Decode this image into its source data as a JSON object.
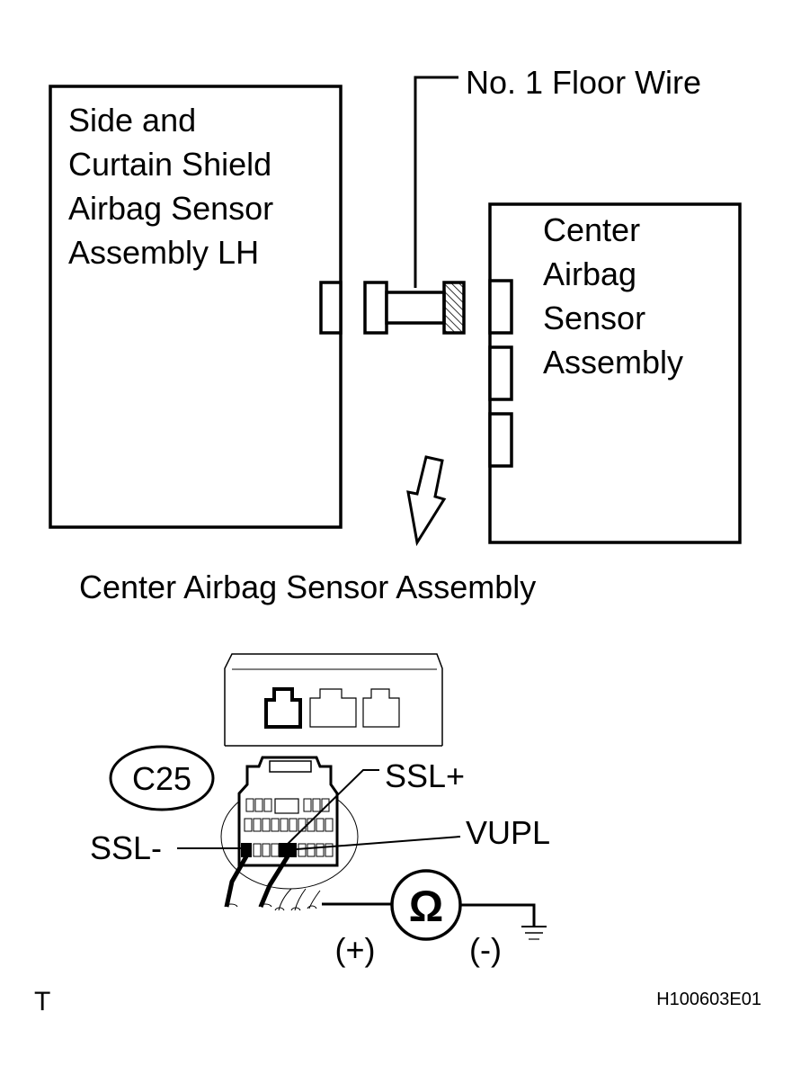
{
  "diagram": {
    "wire_label": "No. 1 Floor Wire",
    "left_unit_lines": [
      "Side and",
      "Curtain Shield",
      "Airbag Sensor",
      "Assembly LH"
    ],
    "right_unit_lines": [
      "Center",
      "Airbag",
      "Sensor",
      "Assembly"
    ],
    "detail_title": "Center Airbag Sensor Assembly",
    "connector_code": "C25",
    "terminals": {
      "ssl_plus": "SSL+",
      "ssl_minus": "SSL-",
      "vupl": "VUPL"
    },
    "meter_symbol": "Ω",
    "polarity": {
      "positive": "(+)",
      "negative": "(-)"
    },
    "corner_mark": "T",
    "figure_id": "H100603E01"
  }
}
